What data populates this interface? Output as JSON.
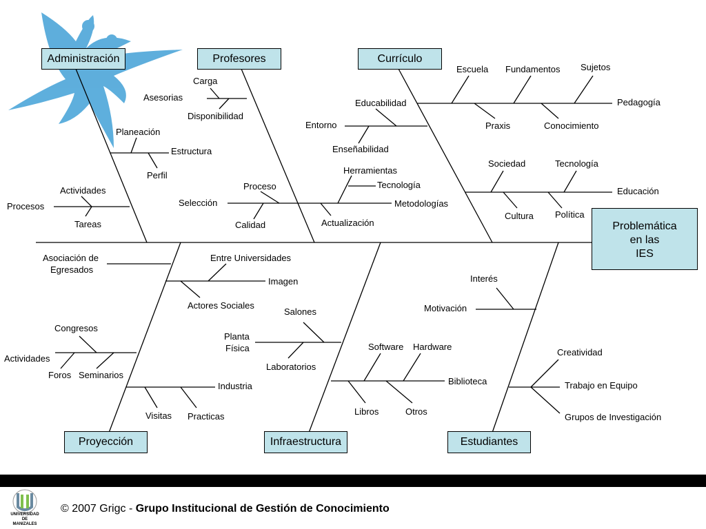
{
  "categories": {
    "administracion": "Administración",
    "profesores": "Profesores",
    "curriculo": "Currículo",
    "proyeccion": "Proyección",
    "infraestructura": "Infraestructura",
    "estudiantes": "Estudiantes"
  },
  "effect": [
    "Problemática",
    "en las",
    "IES"
  ],
  "labels": {
    "planeacion": "Planeación",
    "estructura": "Estructura",
    "perfil": "Perfil",
    "actividades_top": "Actividades",
    "procesos": "Procesos",
    "tareas": "Tareas",
    "carga": "Carga",
    "asesorias": "Asesorias",
    "disponibilidad": "Disponibilidad",
    "proceso": "Proceso",
    "seleccion": "Selección",
    "calidad": "Calidad",
    "herramientas": "Herramientas",
    "tecnologia_mid": "Tecnología",
    "metodologias": "Metodologías",
    "actualizacion": "Actualización",
    "educabilidad": "Educabilidad",
    "entorno": "Entorno",
    "ensenabilidad": "Enseñabilidad",
    "escuela": "Escuela",
    "fundamentos": "Fundamentos",
    "sujetos": "Sujetos",
    "pedagogia": "Pedagogía",
    "praxis": "Praxis",
    "conocimiento": "Conocimiento",
    "sociedad": "Sociedad",
    "tecnologia_right": "Tecnología",
    "educacion": "Educación",
    "cultura": "Cultura",
    "politica": "Política",
    "asociacion_1": "Asociación de",
    "asociacion_2": "Egresados",
    "entre_universidades": "Entre Universidades",
    "imagen": "Imagen",
    "actores_sociales": "Actores Sociales",
    "congresos": "Congresos",
    "actividades_bottom": "Actividades",
    "foros": "Foros",
    "seminarios": "Seminarios",
    "industria": "Industria",
    "visitas": "Visitas",
    "practicas": "Practicas",
    "salones": "Salones",
    "planta_1": "Planta",
    "planta_2": "Física",
    "laboratorios": "Laboratorios",
    "software": "Software",
    "hardware": "Hardware",
    "biblioteca": "Biblioteca",
    "libros": "Libros",
    "otros": "Otros",
    "interes": "Interés",
    "motivacion": "Motivación",
    "creatividad": "Creatividad",
    "trabajo_equipo": "Trabajo en Equipo",
    "grupos_investigacion": "Grupos de Investigación"
  },
  "footer": {
    "prefix": "© 2007 Grigc - ",
    "org": "Grupo Institucional de Gestión de Conocimiento"
  },
  "logo_text": [
    "UNIVERSIDAD",
    "DE",
    "MANIZALES"
  ],
  "colors": {
    "box_fill": "#bfe3ea",
    "decoration_blue": "#4da6d9",
    "lines": "#000000"
  }
}
